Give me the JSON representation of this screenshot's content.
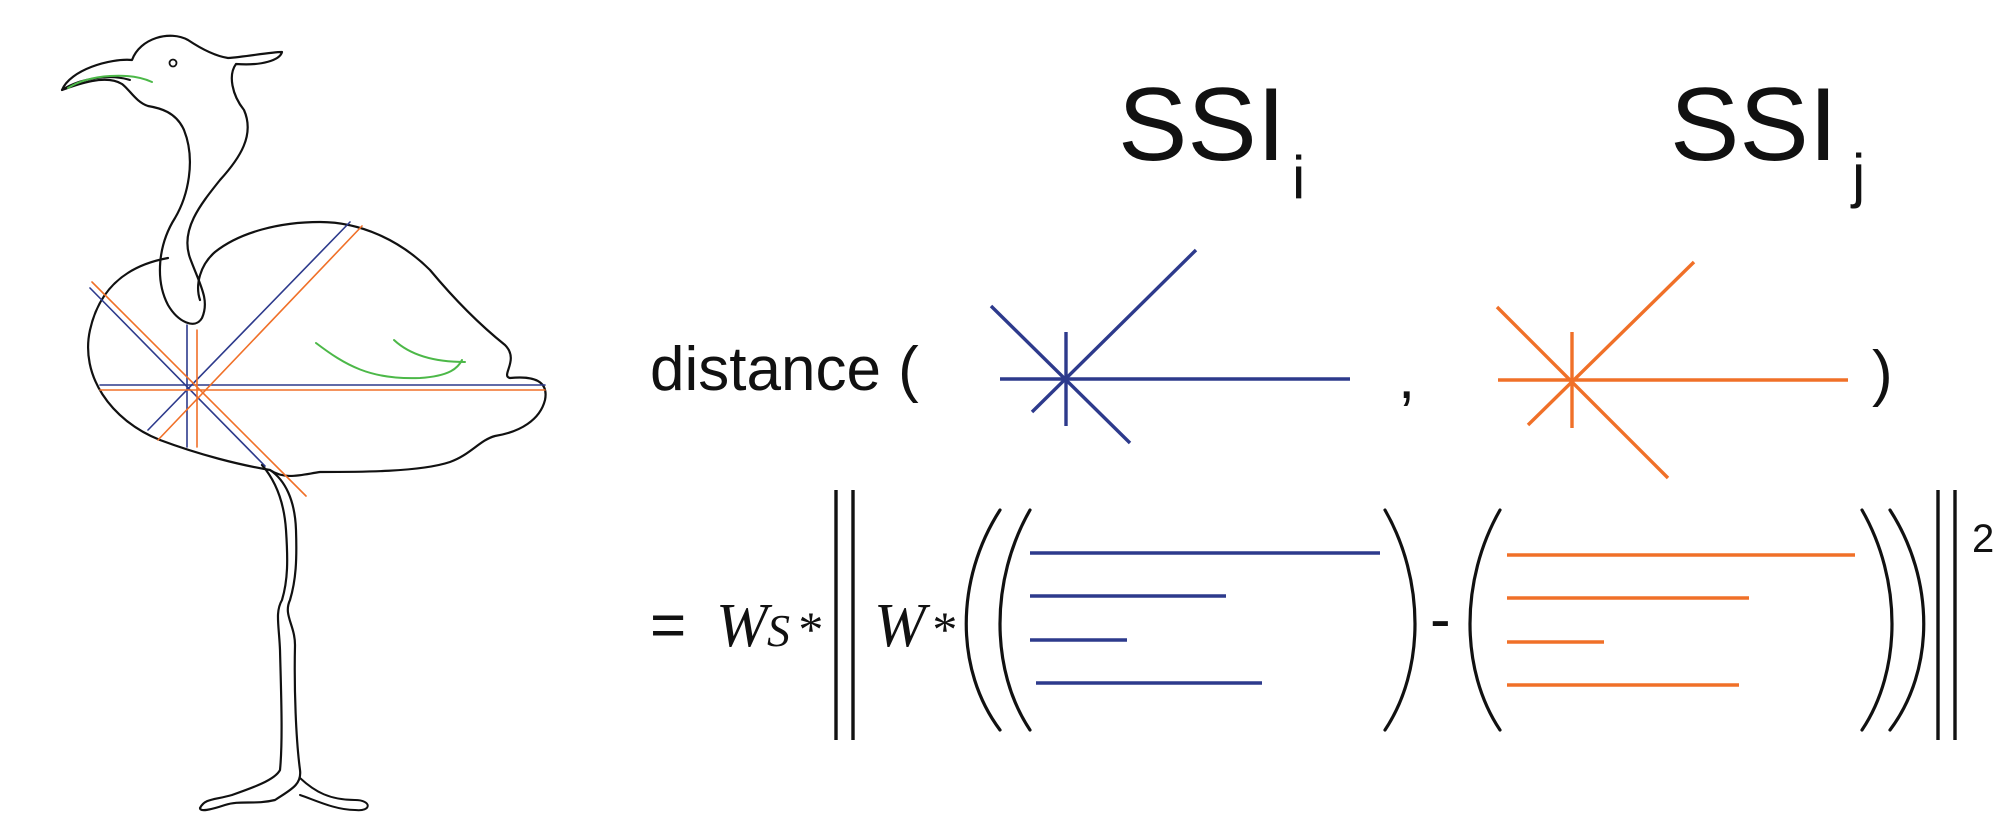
{
  "colors": {
    "outline": "#111111",
    "blue": "#2d3a8c",
    "orange": "#f07028",
    "green": "#4cb848"
  },
  "heading": {
    "ssi_left_base": "SSI",
    "ssi_left_sub": "i",
    "ssi_right_base": "SSI",
    "ssi_right_sub": "j"
  },
  "formula": {
    "distance_word": "distance (",
    "comma": ",",
    "close_paren": ")",
    "equals": "=",
    "ws_main": "W",
    "ws_sub": "S",
    "star1": "*",
    "w": "W",
    "star2": "*",
    "minus": "-",
    "exponent": "2"
  }
}
